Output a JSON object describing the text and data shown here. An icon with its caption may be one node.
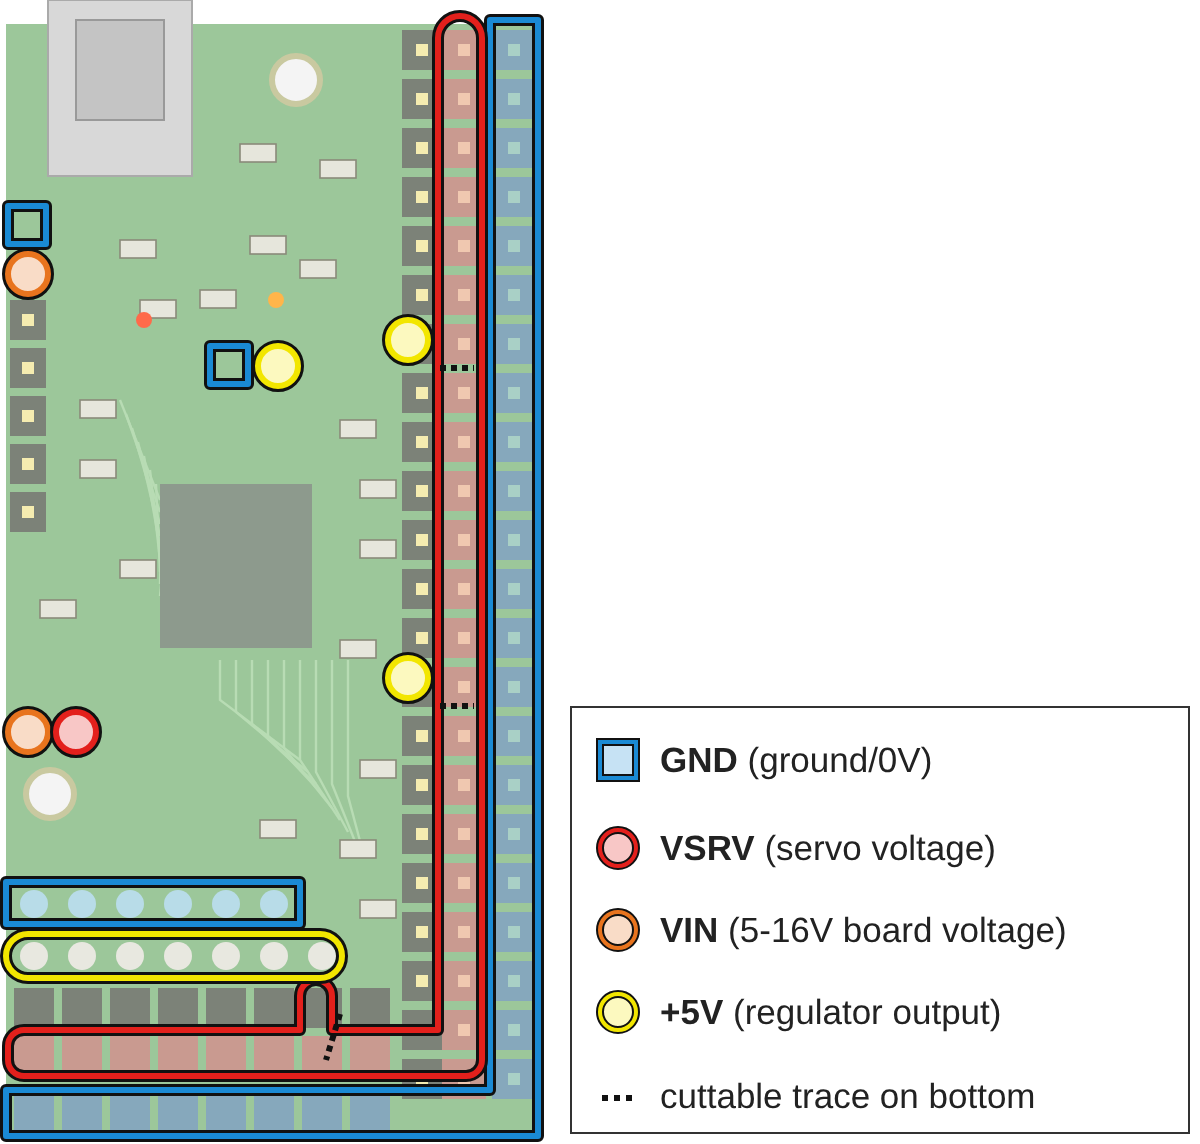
{
  "diagram": {
    "legend": [
      {
        "text": "**GND** (ground/0V)",
        "color": "#1a8ad4"
      },
      {
        "text": "**VSRV** (servo voltage)",
        "color": "#e3201c"
      },
      {
        "text": "**VIN** (5-16V board voltage)",
        "color": "#e8741e"
      },
      {
        "text": "**+5V** (regulator output)",
        "color": "#f2e600"
      },
      {
        "text": "cuttable trace on bottom"
      }
    ]
  }
}
